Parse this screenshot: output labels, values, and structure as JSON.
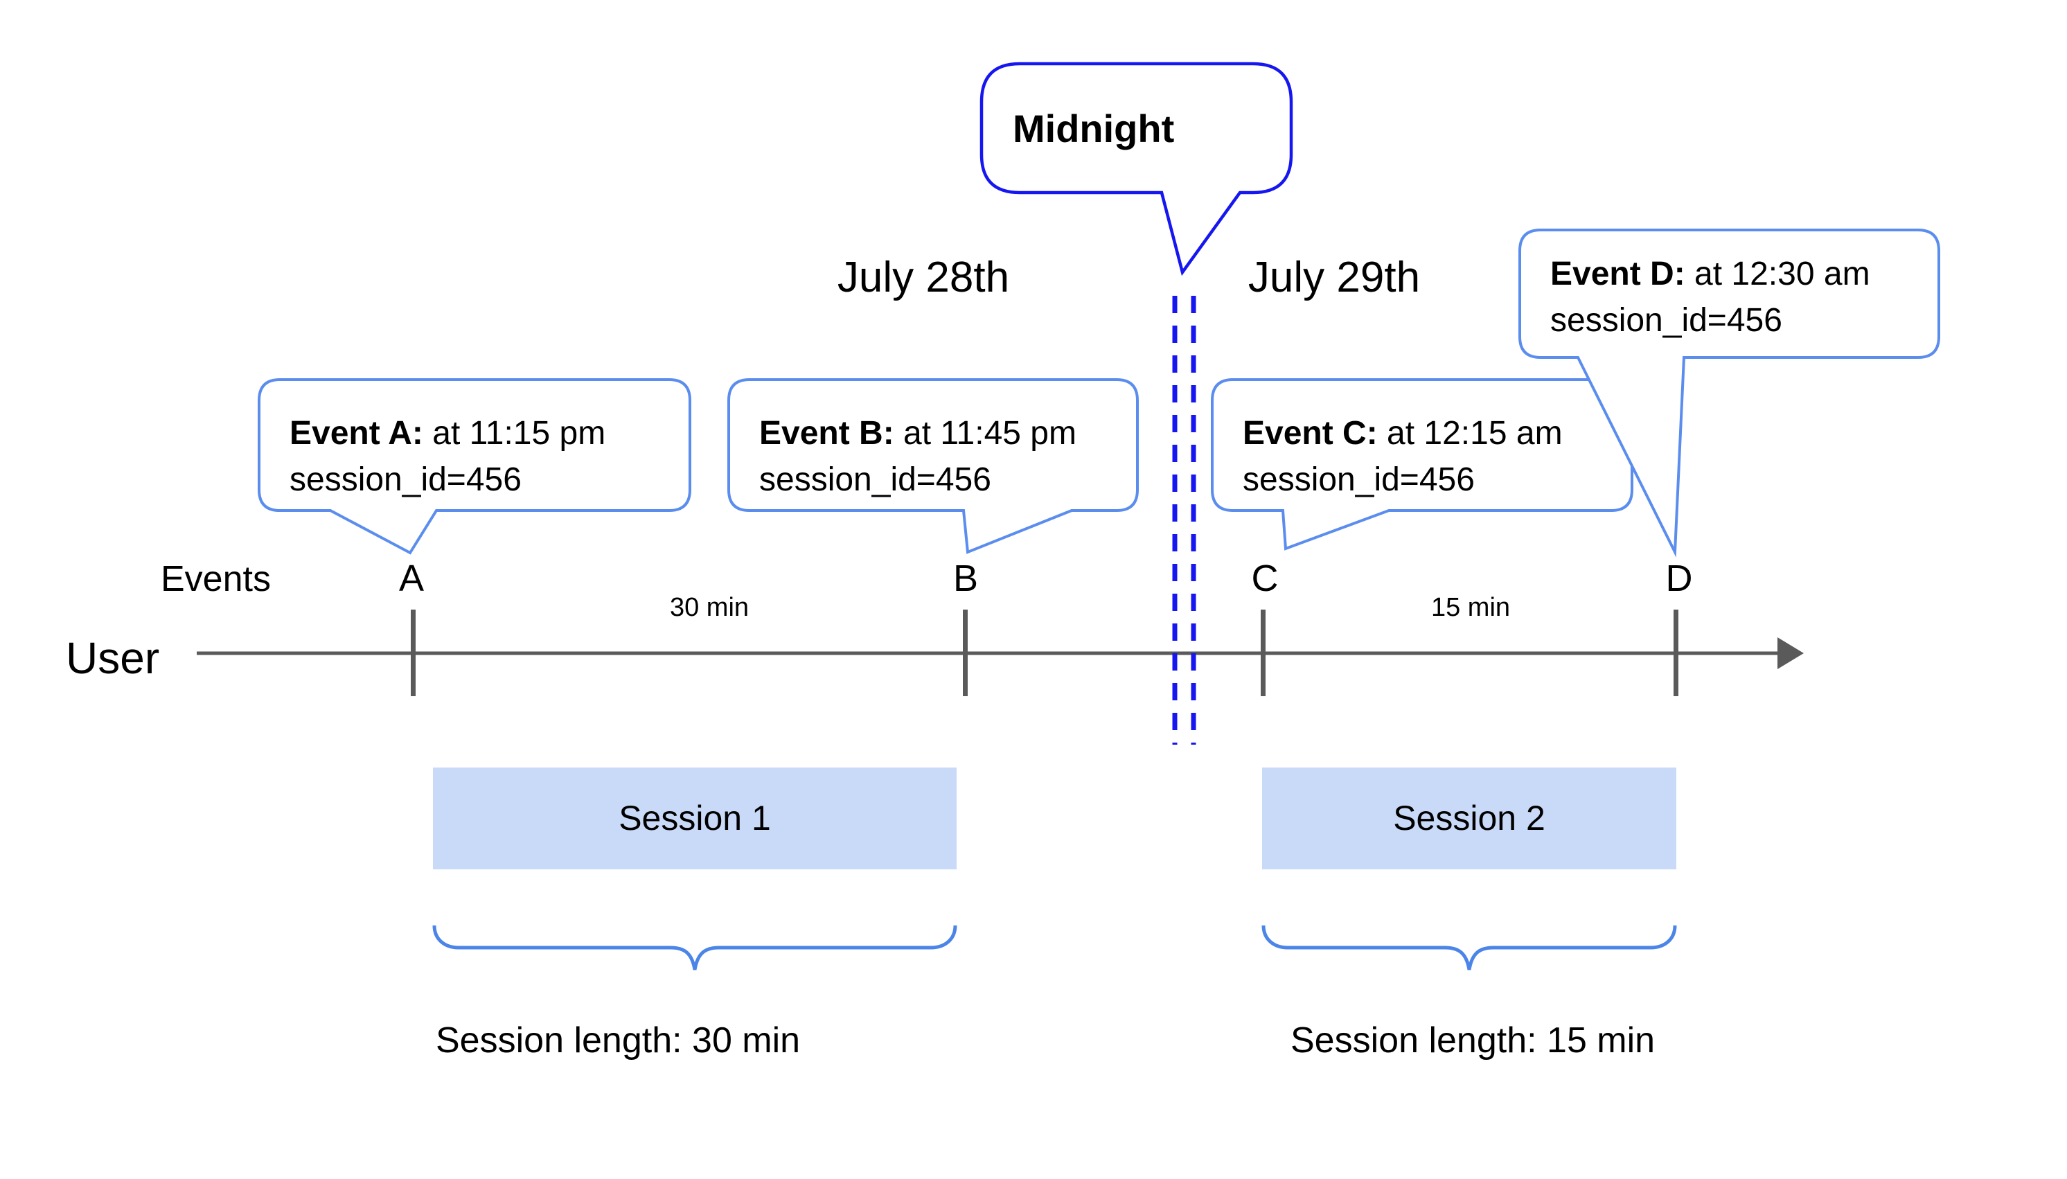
{
  "colors": {
    "background": "#ffffff",
    "timeline_gray": "#5a5a5a",
    "callout_blue": "#5b8dee",
    "midnight_blue": "#1616f0",
    "brace_blue": "#4c85e8",
    "session_fill": "#c9daf8",
    "text": "#000000"
  },
  "midnight_callout": {
    "label": "Midnight"
  },
  "dates": {
    "before": "July 28th",
    "after": "July 29th"
  },
  "axis": {
    "events_label": "Events",
    "user_label": "User"
  },
  "events": [
    {
      "label": "A",
      "title": "Event A:",
      "time": "at 11:15 pm",
      "session_id": "session_id=456"
    },
    {
      "label": "B",
      "title": "Event B:",
      "time": "at 11:45 pm",
      "session_id": "session_id=456"
    },
    {
      "label": "C",
      "title": "Event C:",
      "time": "at 12:15 am",
      "session_id": "session_id=456"
    },
    {
      "label": "D",
      "title": "Event D:",
      "time": "at 12:30 am",
      "session_id": "session_id=456"
    }
  ],
  "intervals": [
    {
      "label": "30 min"
    },
    {
      "label": "15 min"
    }
  ],
  "sessions": [
    {
      "name": "Session 1",
      "length_label": "Session length: 30 min"
    },
    {
      "name": "Session 2",
      "length_label": "Session length: 15 min"
    }
  ]
}
